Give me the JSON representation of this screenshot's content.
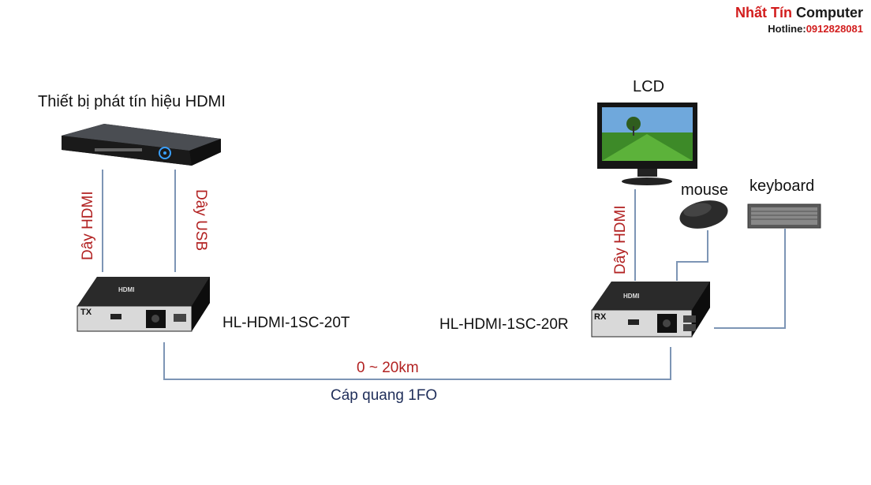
{
  "brand": {
    "name_part1": "Nhất Tín",
    "name_part2": "Computer",
    "hotline_label": "Hotline:",
    "hotline_number": "0912828081"
  },
  "source_device": {
    "label": "Thiết bị phát tín hiệu HDMI"
  },
  "cables": {
    "hdmi_left": "Dây HDMI",
    "usb_left": "Dây USB",
    "hdmi_right": "Dây HDMI"
  },
  "transmitter": {
    "model": "HL-HDMI-1SC-20T",
    "badge": "TX"
  },
  "receiver": {
    "model": "HL-HDMI-1SC-20R",
    "badge": "RX"
  },
  "display": {
    "label": "LCD"
  },
  "mouse": {
    "label": "mouse"
  },
  "keyboard": {
    "label": "keyboard"
  },
  "fiber": {
    "distance": "0 ~ 20km",
    "label": "Cáp quang 1FO"
  },
  "colors": {
    "accent_red": "#b22222",
    "navy": "#1f2e5a",
    "line_blue": "#7d95b5"
  }
}
